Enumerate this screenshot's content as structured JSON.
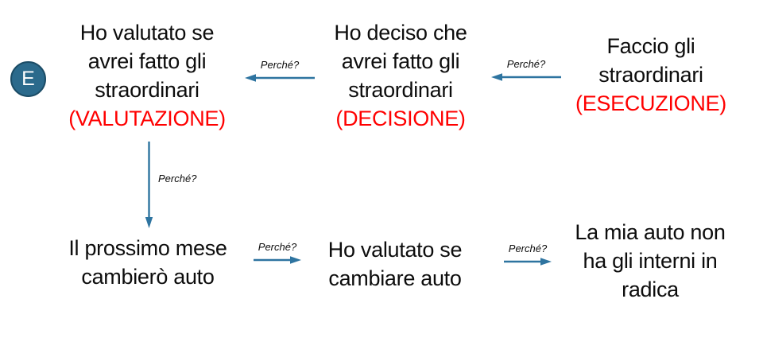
{
  "diagram": {
    "badge": {
      "label": "E"
    },
    "nodes": {
      "valutazione": {
        "line1": "Ho valutato se",
        "line2": "avrei fatto gli",
        "line3": "straordinari",
        "tag": "(VALUTAZIONE)"
      },
      "decisione": {
        "line1": "Ho deciso che",
        "line2": "avrei fatto gli",
        "line3": "straordinari",
        "tag": "(DECISIONE)"
      },
      "esecuzione": {
        "line1": "Faccio gli",
        "line2": "straordinari",
        "tag": "(ESECUZIONE)"
      },
      "prossimo_mese": {
        "line1": "Il prossimo mese",
        "line2": "cambierò auto"
      },
      "valutato_cambiare": {
        "line1": "Ho valutato se",
        "line2": "cambiare auto"
      },
      "interni_radica": {
        "line1": "La mia auto non",
        "line2": "ha gli interni in",
        "line3": "radica"
      }
    },
    "arrows": {
      "esecuzione_to_decisione": {
        "label": "Perché?",
        "direction": "left"
      },
      "decisione_to_valutazione": {
        "label": "Perché?",
        "direction": "left"
      },
      "valutazione_to_prossimo_mese": {
        "label": "Perché?",
        "direction": "down"
      },
      "prossimo_to_valutato": {
        "label": "Perché?",
        "direction": "right"
      },
      "valutato_to_interni": {
        "label": "Perché?",
        "direction": "right"
      }
    },
    "colors": {
      "arrow_accent": "#2e74a0",
      "badge_fill": "#2b6a8c",
      "badge_border": "#1b4c66",
      "highlight_red": "#ff0000",
      "text_black": "#0d0d0d"
    }
  }
}
